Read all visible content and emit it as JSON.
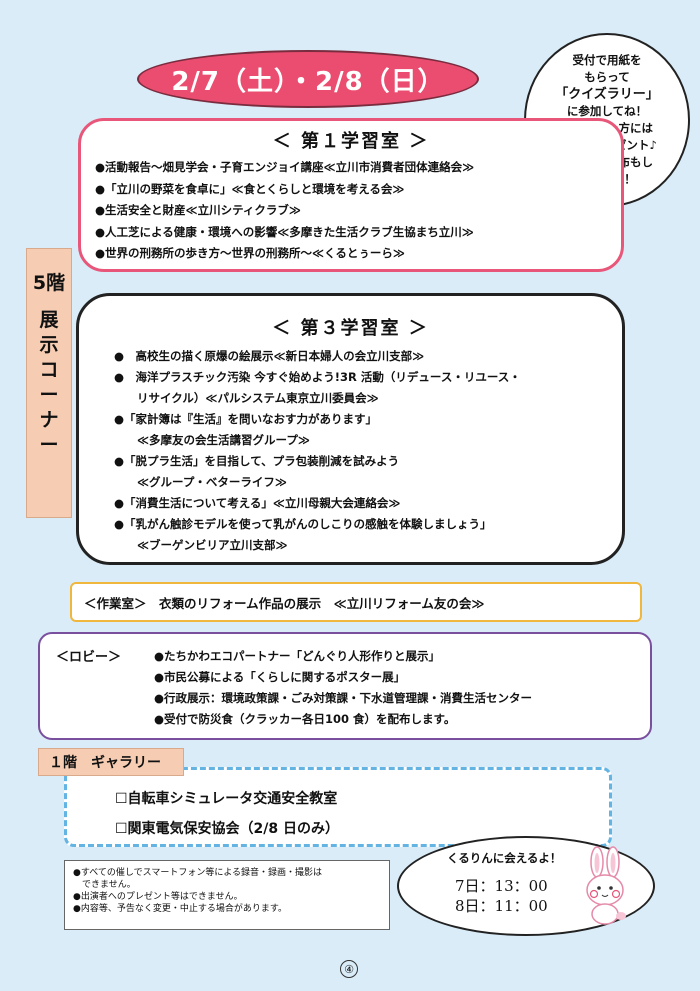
{
  "header": {
    "dates": "2/7（土）・2/8（日）"
  },
  "quiz_bubble": {
    "lines": [
      "受付で用紙を",
      "もらって",
      "「クイズラリー」",
      "に参加してね！",
      "参加された方には",
      "景品をプレゼント♪",
      "防災食の配布もし",
      "ています！"
    ]
  },
  "exhibit_corner": {
    "floor": "5階",
    "label_chars": [
      "展",
      "示",
      "コ",
      "ー",
      "ナ",
      "ー"
    ]
  },
  "room1": {
    "title": "＜ 第１学習室 ＞",
    "items": [
      "●活動報告〜畑見学会・子育エンジョイ講座≪立川市消費者団体連絡会≫",
      "●「立川の野菜を食卓に」≪食とくらしと環境を考える会≫",
      "●生活安全と財産≪立川シティクラブ≫",
      "●人工芝による健康・環境への影響≪多摩きた生活クラブ生協まち立川≫",
      "●世界の刑務所の歩き方〜世界の刑務所〜≪くるとぅーら≫"
    ]
  },
  "room3": {
    "title": "＜ 第３学習室 ＞",
    "items": [
      {
        "line": "●　高校生の描く原爆の絵展示≪新日本婦人の会立川支部≫",
        "cont": ""
      },
      {
        "line": "●　海洋プラスチック汚染 今すぐ始めよう!3R 活動（リデュース・リユース・",
        "cont": "リサイクル）≪パルシステム東京立川委員会≫"
      },
      {
        "line": "●「家計簿は『生活』を問いなおす力があります」",
        "cont": "≪多摩友の会生活講習グループ≫"
      },
      {
        "line": "●「脱プラ生活」を目指して、プラ包装削減を試みよう",
        "cont": "≪グループ・ベターライフ≫"
      },
      {
        "line": "●「消費生活について考える」≪立川母親大会連絡会≫",
        "cont": ""
      },
      {
        "line": "●「乳がん触診モデルを使って乳がんのしこりの感触を体験しましょう」",
        "cont": "≪ブーゲンビリア立川支部≫"
      }
    ]
  },
  "workroom": {
    "text": "＜作業室＞　衣類のリフォーム作品の展示　≪立川リフォーム友の会≫"
  },
  "lobby": {
    "label": "＜ロビー＞",
    "items": [
      "●たちかわエコパートナー「どんぐり人形作りと展示」",
      "●市民公募による「くらしに関するポスター展」",
      "●行政展示：環境政策課・ごみ対策課・下水道管理課・消費生活センター",
      "●受付で防災食（クラッカー各日100 食）を配布します。"
    ]
  },
  "gallery": {
    "label": "１階　ギャラリー",
    "items": [
      "☐自転車シミュレータ交通安全教室",
      "☐関東電気保安協会（2/8 日のみ）"
    ]
  },
  "notice": {
    "lines": [
      "●すべての催しでスマートフォン等による録音・録画・撮影は",
      "　できません。",
      "●出演者へのプレゼント等はできません。",
      "●内容等、予告なく変更・中止する場合があります。"
    ]
  },
  "kururin": {
    "title": "くるりんに会えるよ！",
    "times": [
      "7日：13：00",
      "8日：11：00"
    ]
  },
  "page": {
    "number": "④"
  }
}
